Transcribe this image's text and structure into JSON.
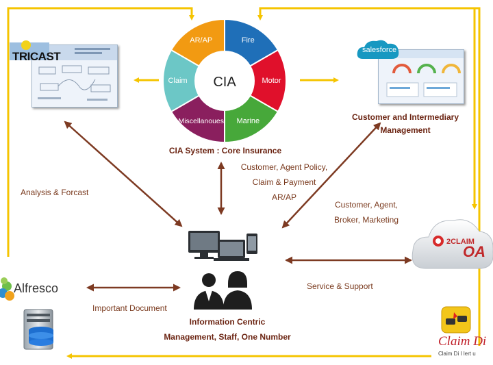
{
  "center": {
    "title": "CIA",
    "segments": [
      {
        "label": "Fire",
        "color": "#1f6fb8"
      },
      {
        "label": "Motor",
        "color": "#e0102b"
      },
      {
        "label": "Marine",
        "color": "#47a83a"
      },
      {
        "label": "Miscellanoues",
        "color": "#8a1f5e"
      },
      {
        "label": "Claim",
        "color": "#6cc7c6"
      },
      {
        "label": "AR/AP",
        "color": "#f29a12"
      }
    ],
    "caption": "CIA System : Core Insurance"
  },
  "tricast": {
    "logo": "TRICAST"
  },
  "salesforce": {
    "logo": "salesforce",
    "caption_line1": "Customer and Intermediary",
    "caption_line2": "Management"
  },
  "labels": {
    "analysis": "Analysis & Forcast",
    "policy_line1": "Customer, Agent Policy,",
    "policy_line2": "Claim & Payment",
    "policy_line3": "AR/AP",
    "broker_line1": "Customer, Agent,",
    "broker_line2": "Broker, Marketing",
    "service": "Service & Support",
    "important": "Important Document",
    "info_line1": "Information Centric",
    "info_line2": "Management, Staff, One Number"
  },
  "alfresco": {
    "logo": "Alfresco"
  },
  "claimoa": {
    "logo_small": "2CLAIM",
    "logo_big": "OA"
  },
  "claimdi": {
    "logo": "Claim Di",
    "tagline": "Claim Di I lert u"
  },
  "colors": {
    "yellow": "#f5c400",
    "brown": "#7d3a22"
  }
}
